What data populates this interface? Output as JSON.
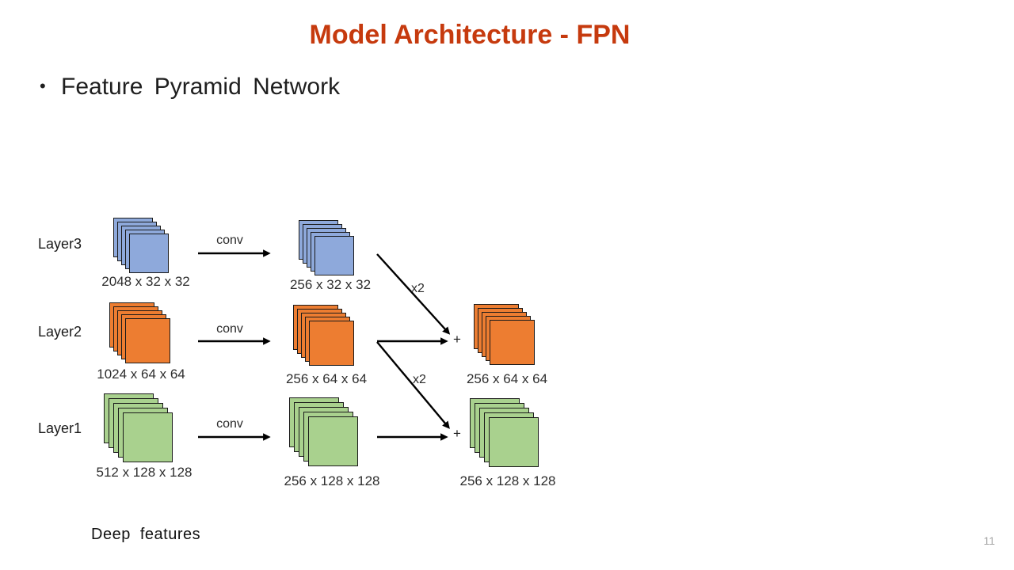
{
  "slide": {
    "title": "Model Architecture - FPN",
    "bullet_marker": "•",
    "bullet": "Feature Pyramid Network",
    "caption": "Deep features",
    "page_number": "11"
  },
  "colors": {
    "title_red": "#C63A0E",
    "layer3_blue": "#8EA9DB",
    "layer2_orange": "#ED7D31",
    "layer1_green": "#A9D18E",
    "square_border": "#1A1A1A",
    "arrow_black": "#000000",
    "page_number_gray": "#A6A6A6"
  },
  "diagram": {
    "conv_label": "conv",
    "upsample_label": "x2",
    "add_label": "+",
    "rows": [
      {
        "name": "Layer3",
        "color": "#8EA9DB",
        "input_dims": "2048 x 32 x 32",
        "lateral_dims": "256 x 32 x 32"
      },
      {
        "name": "Layer2",
        "color": "#ED7D31",
        "input_dims": "1024 x 64 x 64",
        "lateral_dims": "256 x 64 x 64",
        "output_dims": "256 x 64 x 64"
      },
      {
        "name": "Layer1",
        "color": "#A9D18E",
        "input_dims": "512 x 128 x 128",
        "lateral_dims": "256 x 128 x 128",
        "output_dims": "256 x 128 x 128"
      }
    ]
  }
}
